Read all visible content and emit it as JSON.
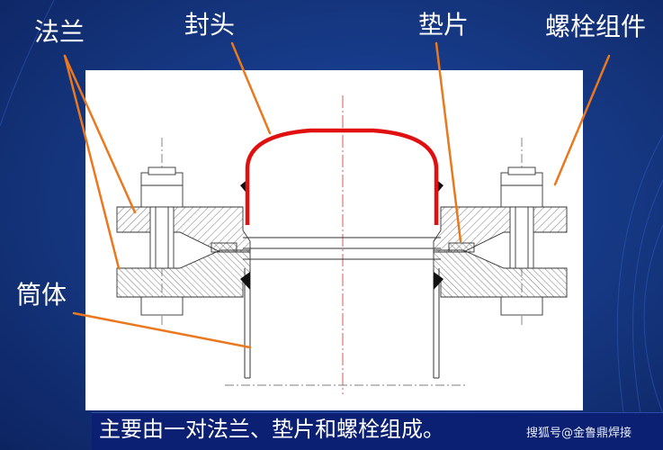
{
  "labels": {
    "flange": "法兰",
    "head": "封头",
    "gasket": "垫片",
    "bolt_assembly": "螺栓组件",
    "shell": "筒体"
  },
  "caption": "主要由一对法兰、垫片和螺栓组成。",
  "watermark": "搜狐号@金鲁鼎焊接",
  "colors": {
    "background": "#15367f",
    "panel": "#ffffff",
    "leader_lines": "#e9781f",
    "head_outline": "#e01010",
    "caption_bar": "#0b1f73",
    "text": "#ffffff"
  }
}
